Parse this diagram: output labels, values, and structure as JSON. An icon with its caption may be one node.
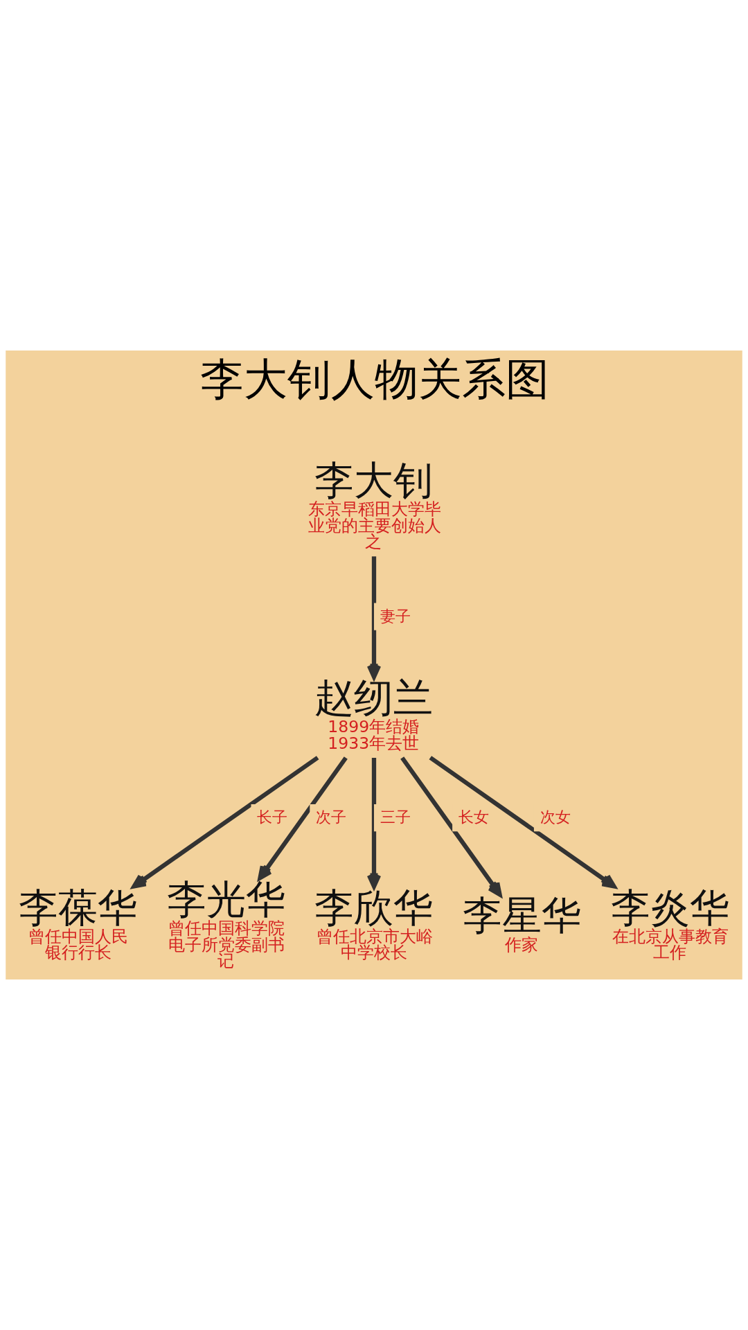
{
  "diagram": {
    "title": "李大钊人物关系图",
    "nodes": [
      {
        "text": [
          "李大钊",
          "东京早稻田大学毕业党的主要创始人之"
        ]
      },
      {
        "text": [
          "赵纫兰",
          "1899年结婚1933年去世"
        ]
      },
      {
        "text": [
          "李葆华",
          "曾任中国人民银行行长"
        ]
      },
      {
        "text": [
          "李光华",
          "曾任中国科学院电子所党委副书记"
        ]
      },
      {
        "text": [
          "李欣华",
          "曾任北京市大峪中学校长"
        ]
      },
      {
        "text": [
          "李星华",
          "作家"
        ]
      },
      {
        "text": [
          "李炎华",
          "在北京从事教育工作"
        ]
      }
    ],
    "edges": [
      {
        "from": 0,
        "to": 1,
        "arrow": "to",
        "label": "妻子"
      },
      {
        "from": 1,
        "to": 2,
        "arrow": "to",
        "label": "长子"
      },
      {
        "from": 1,
        "to": 3,
        "arrow": "to",
        "label": "次子"
      },
      {
        "from": 1,
        "to": 4,
        "arrow": "to",
        "label": "三子"
      },
      {
        "from": 1,
        "to": 5,
        "arrow": "to",
        "label": "长女"
      },
      {
        "from": 1,
        "to": 6,
        "arrow": "to",
        "label": "次女"
      }
    ]
  }
}
